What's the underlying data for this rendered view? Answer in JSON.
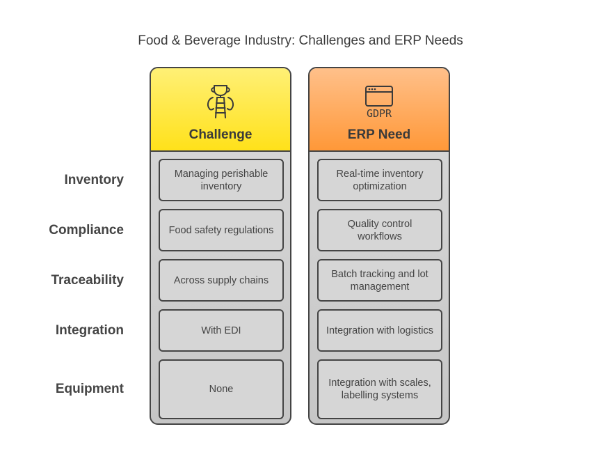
{
  "title": "Food & Beverage Industry: Challenges and ERP Needs",
  "rows": [
    {
      "label": "Inventory"
    },
    {
      "label": "Compliance"
    },
    {
      "label": "Traceability"
    },
    {
      "label": "Integration"
    },
    {
      "label": "Equipment"
    }
  ],
  "columns": {
    "challenge": {
      "title": "Challenge",
      "icon": "trophy-ladder-icon",
      "color": "#ffe11a",
      "cells": [
        "Managing perishable inventory",
        "Food safety regulations",
        "Across supply chains",
        "With EDI",
        "None"
      ]
    },
    "erp": {
      "title": "ERP Need",
      "icon": "gdpr-window-icon",
      "icon_text": "GDPR",
      "color": "#ff9838",
      "cells": [
        "Real-time inventory optimization",
        "Quality control workflows",
        "Batch tracking and lot management",
        "Integration with logistics",
        "Integration with scales, labelling systems"
      ]
    }
  }
}
